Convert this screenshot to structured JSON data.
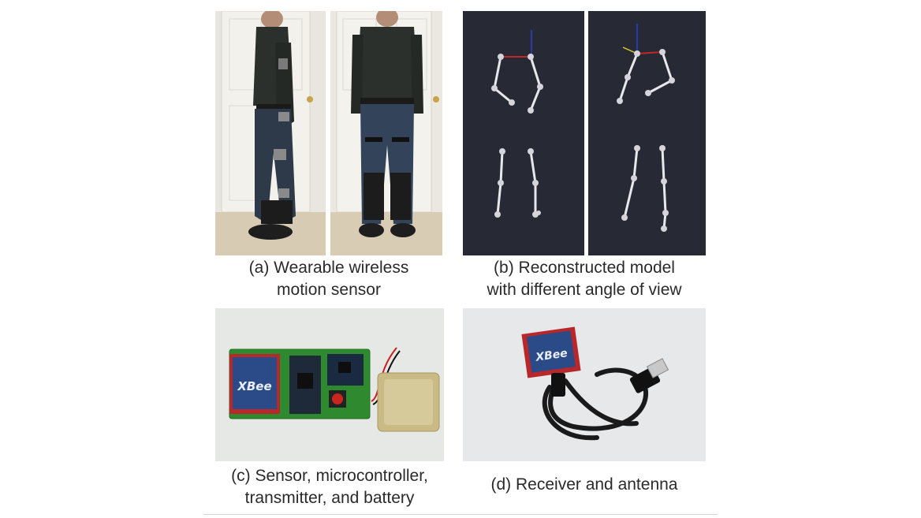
{
  "figure": {
    "panels": [
      {
        "id": "a",
        "caption_lines": [
          "(a) Wearable wireless",
          "motion sensor"
        ]
      },
      {
        "id": "b",
        "caption_lines": [
          "(b) Reconstructed model",
          "with different angle of view"
        ]
      },
      {
        "id": "c",
        "caption_lines": [
          "(c) Sensor, microcontroller,",
          "transmitter, and battery"
        ],
        "board_label": "XBee"
      },
      {
        "id": "d",
        "caption_lines": [
          "(d) Receiver and antenna"
        ],
        "board_label": "XBee"
      }
    ]
  }
}
